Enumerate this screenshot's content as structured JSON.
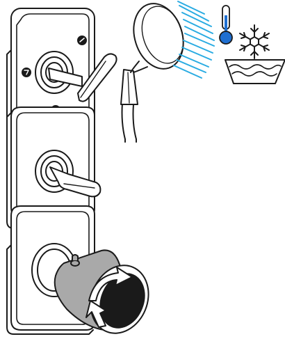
{
  "figure": {
    "modules": [
      {
        "id": "top",
        "part": "diverter-lever-module",
        "markers": [
          "handshower-symbol",
          "bath-spout-symbol",
          "overhead-shower-symbol"
        ]
      },
      {
        "id": "middle",
        "part": "volume-lever-module"
      },
      {
        "id": "bottom",
        "part": "thermostat-module"
      }
    ],
    "icons": [
      "handshower-icon",
      "water-spray-icon",
      "thermometer-icon",
      "snowflake-icon",
      "cold-water-basin-icon"
    ],
    "colors": {
      "line": "#1a1a1a",
      "spray": "#29abe2",
      "thermometer_bulb": "#1f6fd1",
      "thermostat_body": "#a9a9a9",
      "background": "#ffffff"
    }
  }
}
